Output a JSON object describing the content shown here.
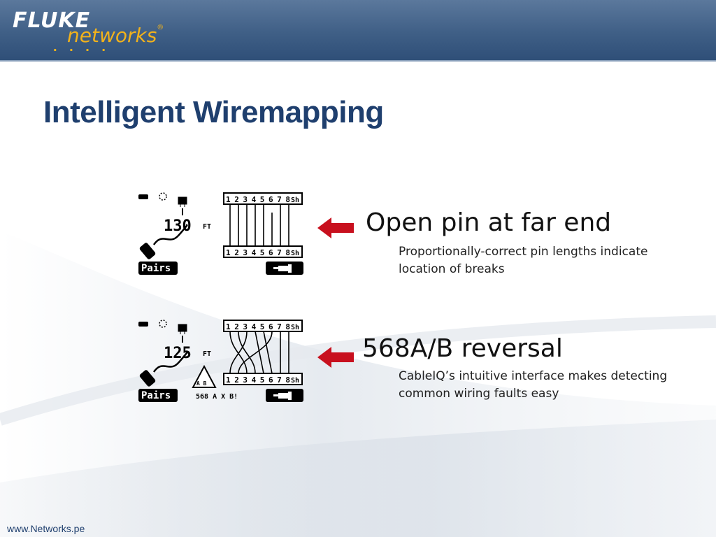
{
  "header": {
    "brand_primary": "FLUKE",
    "brand_secondary": "networks",
    "brand_mark": "®",
    "brand_dots": ". . . .",
    "background_color": "#3f5f86",
    "accent_color": "#f2b21b"
  },
  "slide": {
    "title": "Intelligent Wiremapping",
    "title_color": "#1f3f6e"
  },
  "items": [
    {
      "heading": "Open pin at far end",
      "description": "Proportionally-correct pin lengths indicate location of breaks",
      "arrow_icon": "left-arrow-icon",
      "arrow_color": "#c8101e",
      "screen": {
        "length_value": "130",
        "length_unit": "FT",
        "pin_numbers": "12345678",
        "shield_label": "Sh",
        "left_button": "Pairs",
        "right_button_icon": "plug-icon",
        "status_text": "",
        "warning_label": ""
      }
    },
    {
      "heading": "568A/B reversal",
      "description": "CableIQ’s intuitive interface makes detecting common wiring faults easy",
      "arrow_icon": "left-arrow-icon",
      "arrow_color": "#c8101e",
      "screen": {
        "length_value": "125",
        "length_unit": "FT",
        "pin_numbers": "12345678",
        "shield_label": "Sh",
        "left_button": "Pairs",
        "right_button_icon": "plug-icon",
        "status_text": "568 A X B!",
        "warning_label": "A B"
      }
    }
  ],
  "footer": {
    "url": "www.Networks.pe"
  }
}
